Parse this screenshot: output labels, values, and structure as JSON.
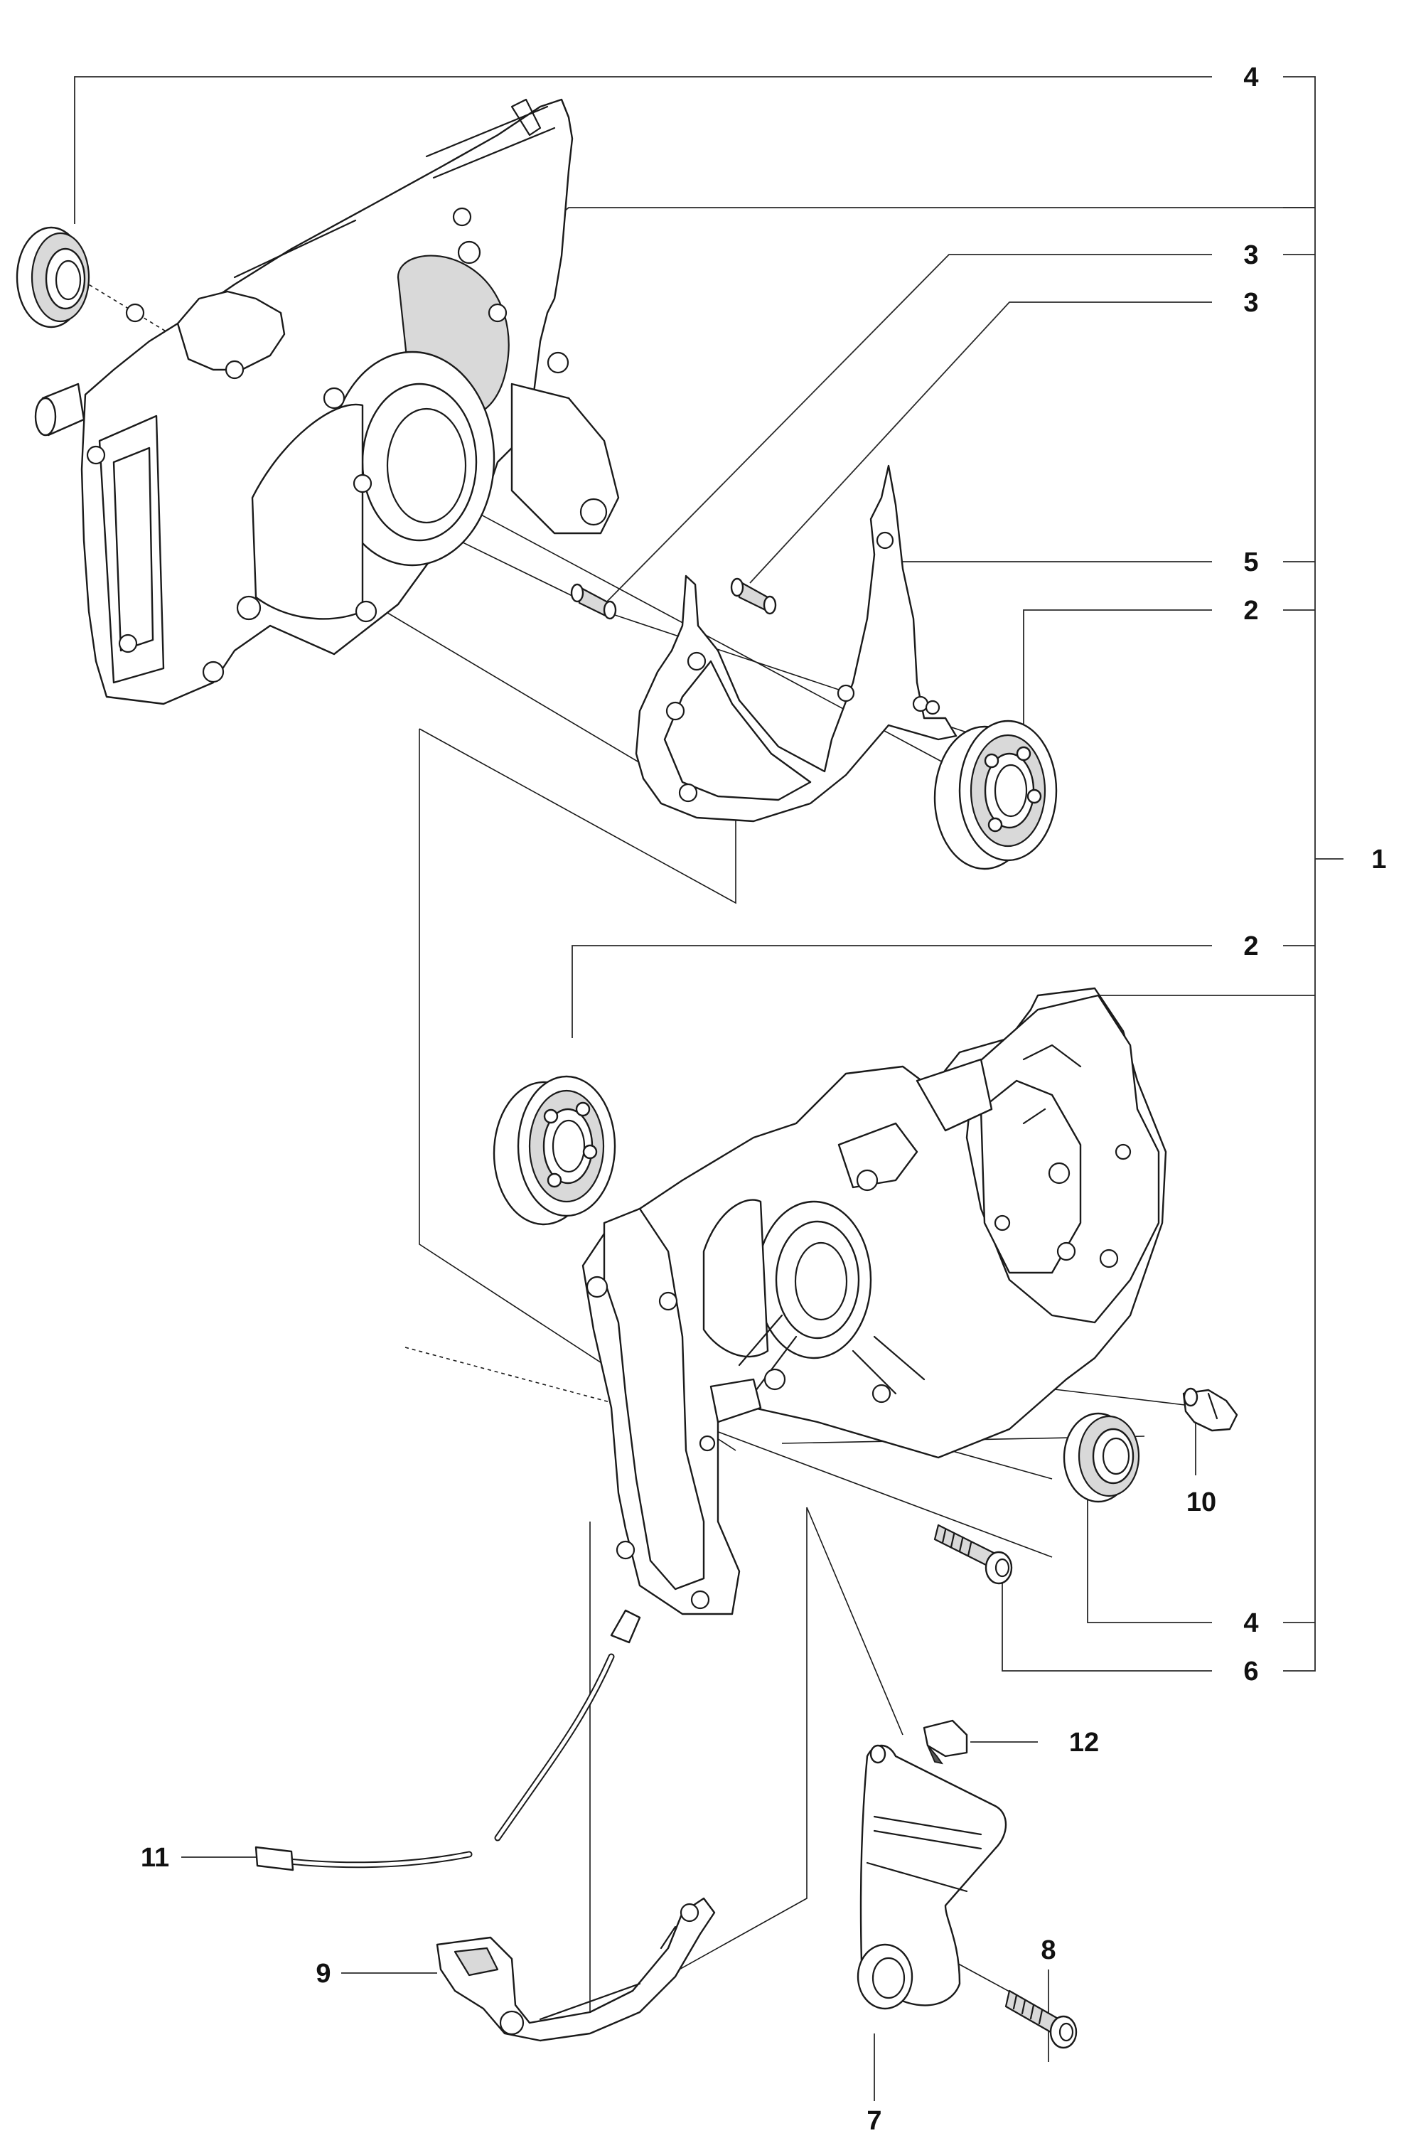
{
  "diagram": {
    "type": "exploded-parts-diagram",
    "callouts": [
      {
        "id": "c4-top",
        "label": "4"
      },
      {
        "id": "c3-a",
        "label": "3"
      },
      {
        "id": "c3-b",
        "label": "3"
      },
      {
        "id": "c5",
        "label": "5"
      },
      {
        "id": "c2-a",
        "label": "2"
      },
      {
        "id": "c1",
        "label": "1"
      },
      {
        "id": "c2-b",
        "label": "2"
      },
      {
        "id": "c10",
        "label": "10"
      },
      {
        "id": "c4-bottom",
        "label": "4"
      },
      {
        "id": "c6",
        "label": "6"
      },
      {
        "id": "c12",
        "label": "12"
      },
      {
        "id": "c11",
        "label": "11"
      },
      {
        "id": "c9",
        "label": "9"
      },
      {
        "id": "c8",
        "label": "8"
      },
      {
        "id": "c7",
        "label": "7"
      }
    ]
  }
}
